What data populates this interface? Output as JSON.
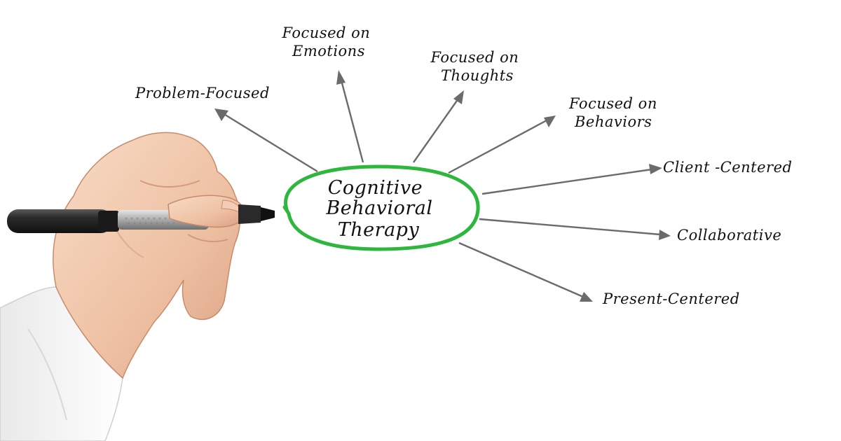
{
  "diagram": {
    "center": {
      "lines": [
        "Cognitive",
        "Behavioral",
        "Therapy"
      ],
      "ring_color": "#2db83d"
    },
    "branches": [
      {
        "id": "problem",
        "lines": [
          "Problem-Focused"
        ]
      },
      {
        "id": "emotions",
        "lines": [
          "Focused on",
          "Emotions"
        ]
      },
      {
        "id": "thoughts",
        "lines": [
          "Focused on",
          "Thoughts"
        ]
      },
      {
        "id": "behaviors",
        "lines": [
          "Focused on",
          "Behaviors"
        ]
      },
      {
        "id": "client",
        "lines": [
          "Client -Centered"
        ]
      },
      {
        "id": "collab",
        "lines": [
          "Collaborative"
        ]
      },
      {
        "id": "present",
        "lines": [
          "Present-Centered"
        ]
      }
    ],
    "arrow_color": "#6b6b6b"
  },
  "illustration": {
    "subject": "hand-holding-marker"
  }
}
